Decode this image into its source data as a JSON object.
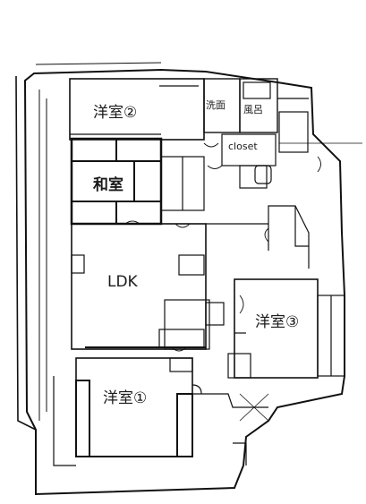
{
  "floor_plan": {
    "rooms": {
      "western_room_2": "洋室②",
      "washroom": "洗面",
      "bath": "風呂",
      "closet": "closet",
      "japanese_room": "和室",
      "ldk": "LDK",
      "western_room_3": "洋室③",
      "western_room_1": "洋室①"
    },
    "colors": {
      "line": "#111111",
      "tatami_fill": "#ffffff",
      "background": "#ffffff"
    }
  }
}
